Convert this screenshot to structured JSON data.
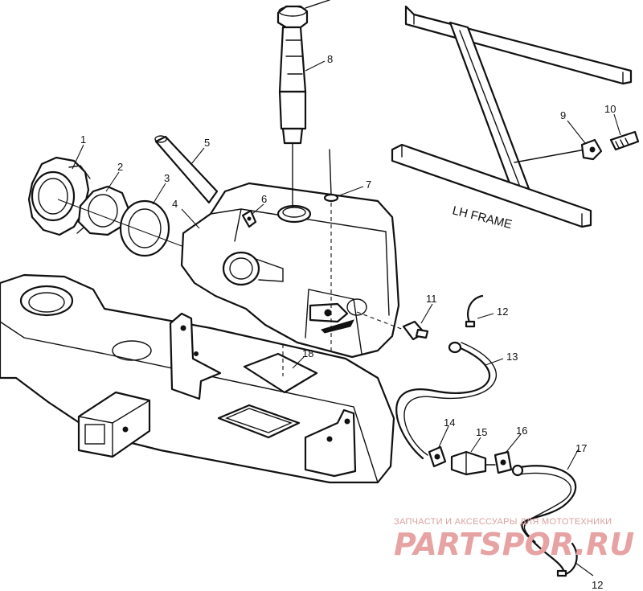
{
  "callouts": [
    {
      "id": "1",
      "label": "1"
    },
    {
      "id": "2",
      "label": "2"
    },
    {
      "id": "3",
      "label": "3"
    },
    {
      "id": "4",
      "label": "4"
    },
    {
      "id": "5",
      "label": "5"
    },
    {
      "id": "6",
      "label": "6"
    },
    {
      "id": "7",
      "label": "7"
    },
    {
      "id": "8",
      "label": "8"
    },
    {
      "id": "9",
      "label": "9"
    },
    {
      "id": "10",
      "label": "10"
    },
    {
      "id": "11",
      "label": "11"
    },
    {
      "id": "12a",
      "label": "12"
    },
    {
      "id": "13",
      "label": "13"
    },
    {
      "id": "14",
      "label": "14"
    },
    {
      "id": "15",
      "label": "15"
    },
    {
      "id": "16",
      "label": "16"
    },
    {
      "id": "17",
      "label": "17"
    },
    {
      "id": "12b",
      "label": "12"
    },
    {
      "id": "18",
      "label": "18"
    }
  ],
  "frame_label": "LH FRAME",
  "watermark": {
    "tagline": "ЗАПЧАСТИ И АКСЕССУАРЫ ДЛЯ МОТОТЕХНИКИ",
    "brand": "PARTSPOR.RU"
  }
}
